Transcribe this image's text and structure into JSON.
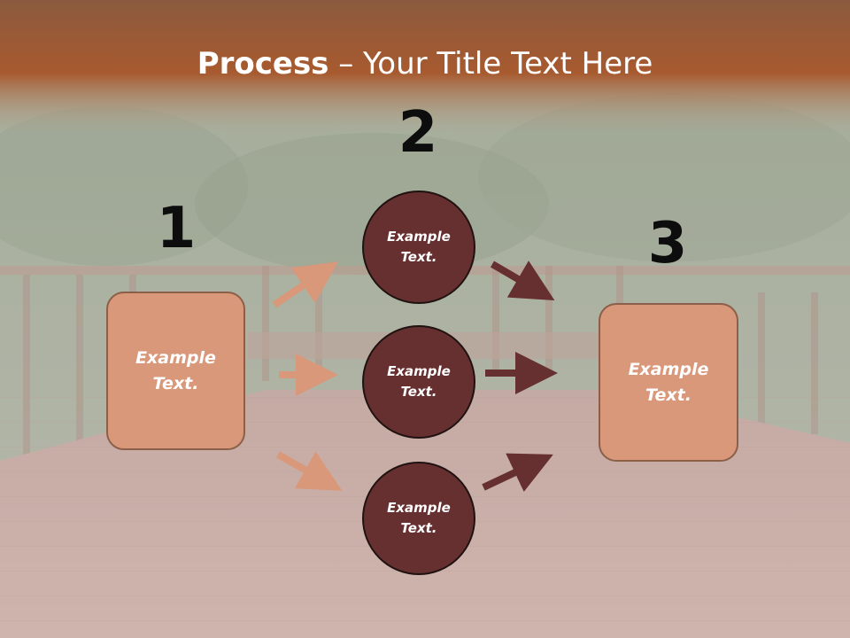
{
  "title": {
    "bold": "Process",
    "rest": " – Your Title Text Here"
  },
  "steps": [
    {
      "number": "1",
      "label": "Example Text."
    },
    {
      "number": "2",
      "items": [
        {
          "label": "Example Text."
        },
        {
          "label": "Example Text."
        },
        {
          "label": "Example Text."
        }
      ]
    },
    {
      "number": "3",
      "label": "Example Text."
    }
  ],
  "colors": {
    "header": "#a65a32",
    "box_fill": "#d9987a",
    "box_border": "#8c5f48",
    "circle_fill": "#662f30",
    "arrow_light": "#d9987a",
    "arrow_dark": "#662f30",
    "number_text": "#0d0d0d"
  },
  "background": "wooden deck with railing and trees"
}
